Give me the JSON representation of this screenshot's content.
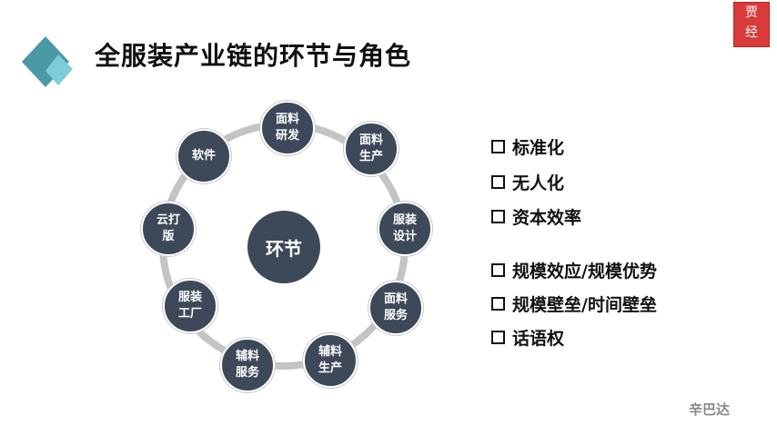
{
  "title": "全服装产业链的环节与角色",
  "seal_text": "贾经",
  "brand": "辛巴达",
  "center_label": "环节",
  "nodes": [
    "面料\n研发",
    "面料\n生产",
    "服装\n设计",
    "面料\n服务",
    "辅料\n生产",
    "辅料\n服务",
    "服装\n工厂",
    "云打\n版",
    "软件"
  ],
  "points": [
    "标准化",
    "无人化",
    "资本效率",
    "规模效应/规模优势",
    "规模壁垒/时间壁垒",
    "话语权"
  ],
  "colors": {
    "node": "#3d4859",
    "ring": "#c4c4c4",
    "accent": "#4fa3ad"
  }
}
